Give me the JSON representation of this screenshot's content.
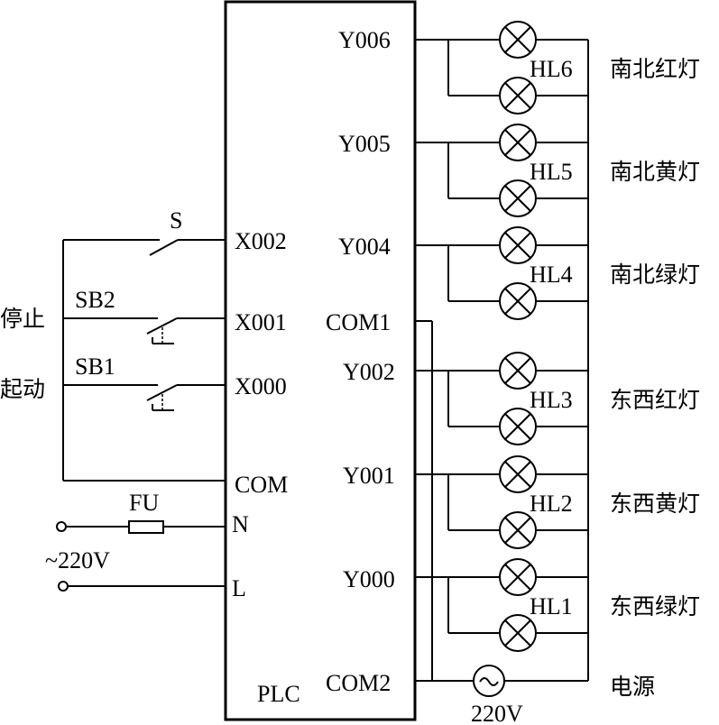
{
  "plc": {
    "label": "PLC"
  },
  "inputs": {
    "x002": "X002",
    "x001": "X001",
    "x000": "X000",
    "com": "COM",
    "n": "N",
    "l": "L"
  },
  "switches": {
    "s": "S",
    "sb2": "SB2",
    "sb1": "SB1",
    "stop_label": "停止",
    "start_label": "起动"
  },
  "power_in": {
    "fuse": "FU",
    "voltage": "~220V"
  },
  "outputs": {
    "y006": "Y006",
    "y005": "Y005",
    "y004": "Y004",
    "com1": "COM1",
    "y002": "Y002",
    "y001": "Y001",
    "y000": "Y000",
    "com2": "COM2"
  },
  "lamps": [
    {
      "id": "HL6",
      "desc": "南北红灯"
    },
    {
      "id": "HL5",
      "desc": "南北黄灯"
    },
    {
      "id": "HL4",
      "desc": "南北绿灯"
    },
    {
      "id": "HL3",
      "desc": "东西红灯"
    },
    {
      "id": "HL2",
      "desc": "东西黄灯"
    },
    {
      "id": "HL1",
      "desc": "东西绿灯"
    }
  ],
  "supply": {
    "label": "电源",
    "voltage": "220V",
    "symbol": "~"
  }
}
